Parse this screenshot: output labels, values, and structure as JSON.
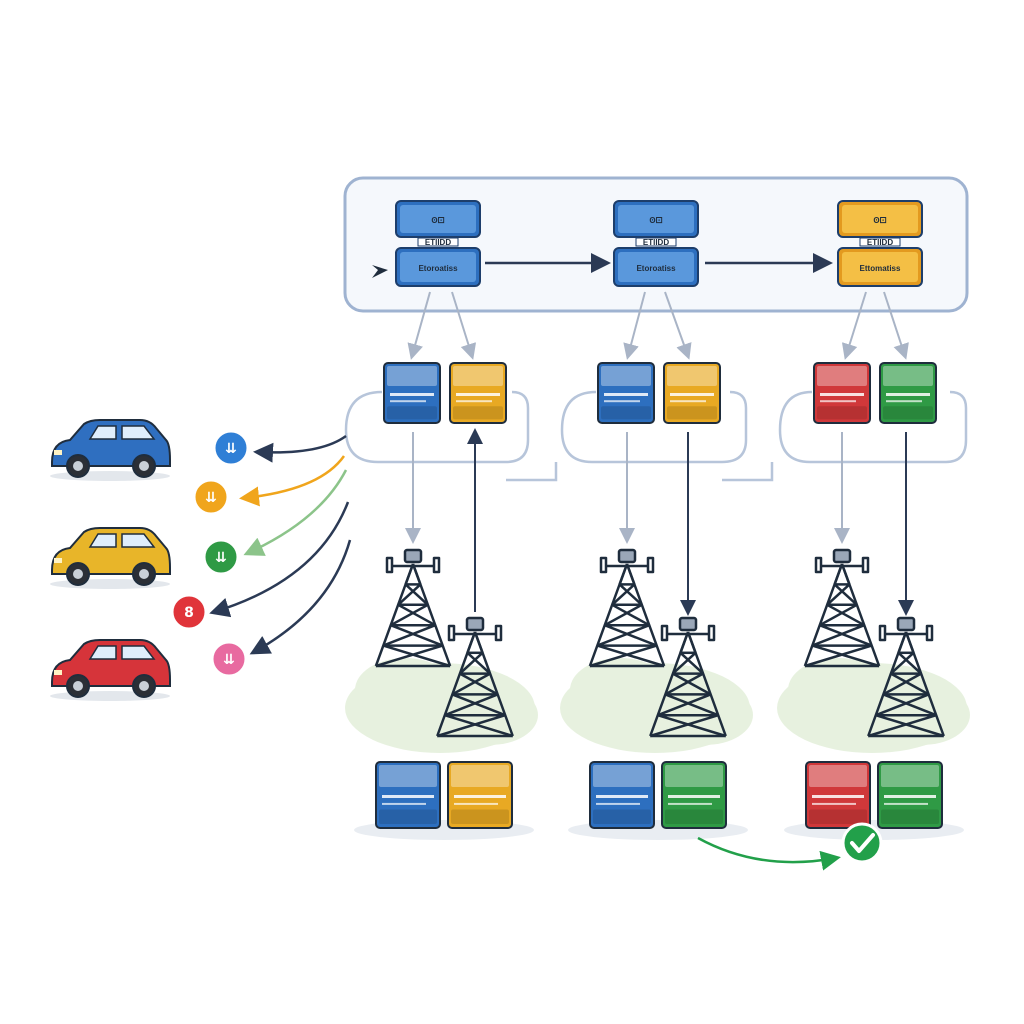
{
  "controllers": [
    {
      "top_label": "ʘ⚀",
      "sub_label": "ETIIDD",
      "main_label": "Etoroatiss",
      "color": "#2d6fbf",
      "light": "#5a98dc"
    },
    {
      "top_label": "ʘ⚀",
      "sub_label": "ETIIDD",
      "main_label": "Etoroatiss",
      "color": "#2d6fbf",
      "light": "#5a98dc"
    },
    {
      "top_label": "ʘ⚀",
      "sub_label": "ETIIDD",
      "main_label": "Ettomatiss",
      "color": "#e39a1f",
      "light": "#f4bf45"
    }
  ],
  "edge_pairs": [
    {
      "left_color": "#2d6fbf",
      "right_color": "#e8a923"
    },
    {
      "left_color": "#2d6fbf",
      "right_color": "#e8a923"
    },
    {
      "left_color": "#d0383a",
      "right_color": "#2f9a45"
    }
  ],
  "ground_pairs": [
    {
      "left_color": "#2d6fbf",
      "right_color": "#e8a923"
    },
    {
      "left_color": "#2d6fbf",
      "right_color": "#2f9a45"
    },
    {
      "left_color": "#d0383a",
      "right_color": "#2f9a45"
    }
  ],
  "vehicles": [
    {
      "color": "#2f6fc0",
      "roof": "#24589a"
    },
    {
      "color": "#e8b529",
      "roof": "#c7951b"
    },
    {
      "color": "#d6343a",
      "roof": "#a82529"
    }
  ],
  "markers": [
    {
      "color": "#2f7fd6",
      "glyph": "⇊"
    },
    {
      "color": "#f0a51c",
      "glyph": "⇊"
    },
    {
      "color": "#2f9a45",
      "glyph": "⇊"
    },
    {
      "color": "#e0343a",
      "glyph": "8"
    },
    {
      "color": "#e86aa0",
      "glyph": "⇊"
    }
  ],
  "colors": {
    "panel_border": "#9fb3d1",
    "panel_fill": "#f5f8fc",
    "arrow": "#2b3a55",
    "arrow_light": "#a9b4c6",
    "cloud": "#e6f1de",
    "check": "#22a04a"
  }
}
